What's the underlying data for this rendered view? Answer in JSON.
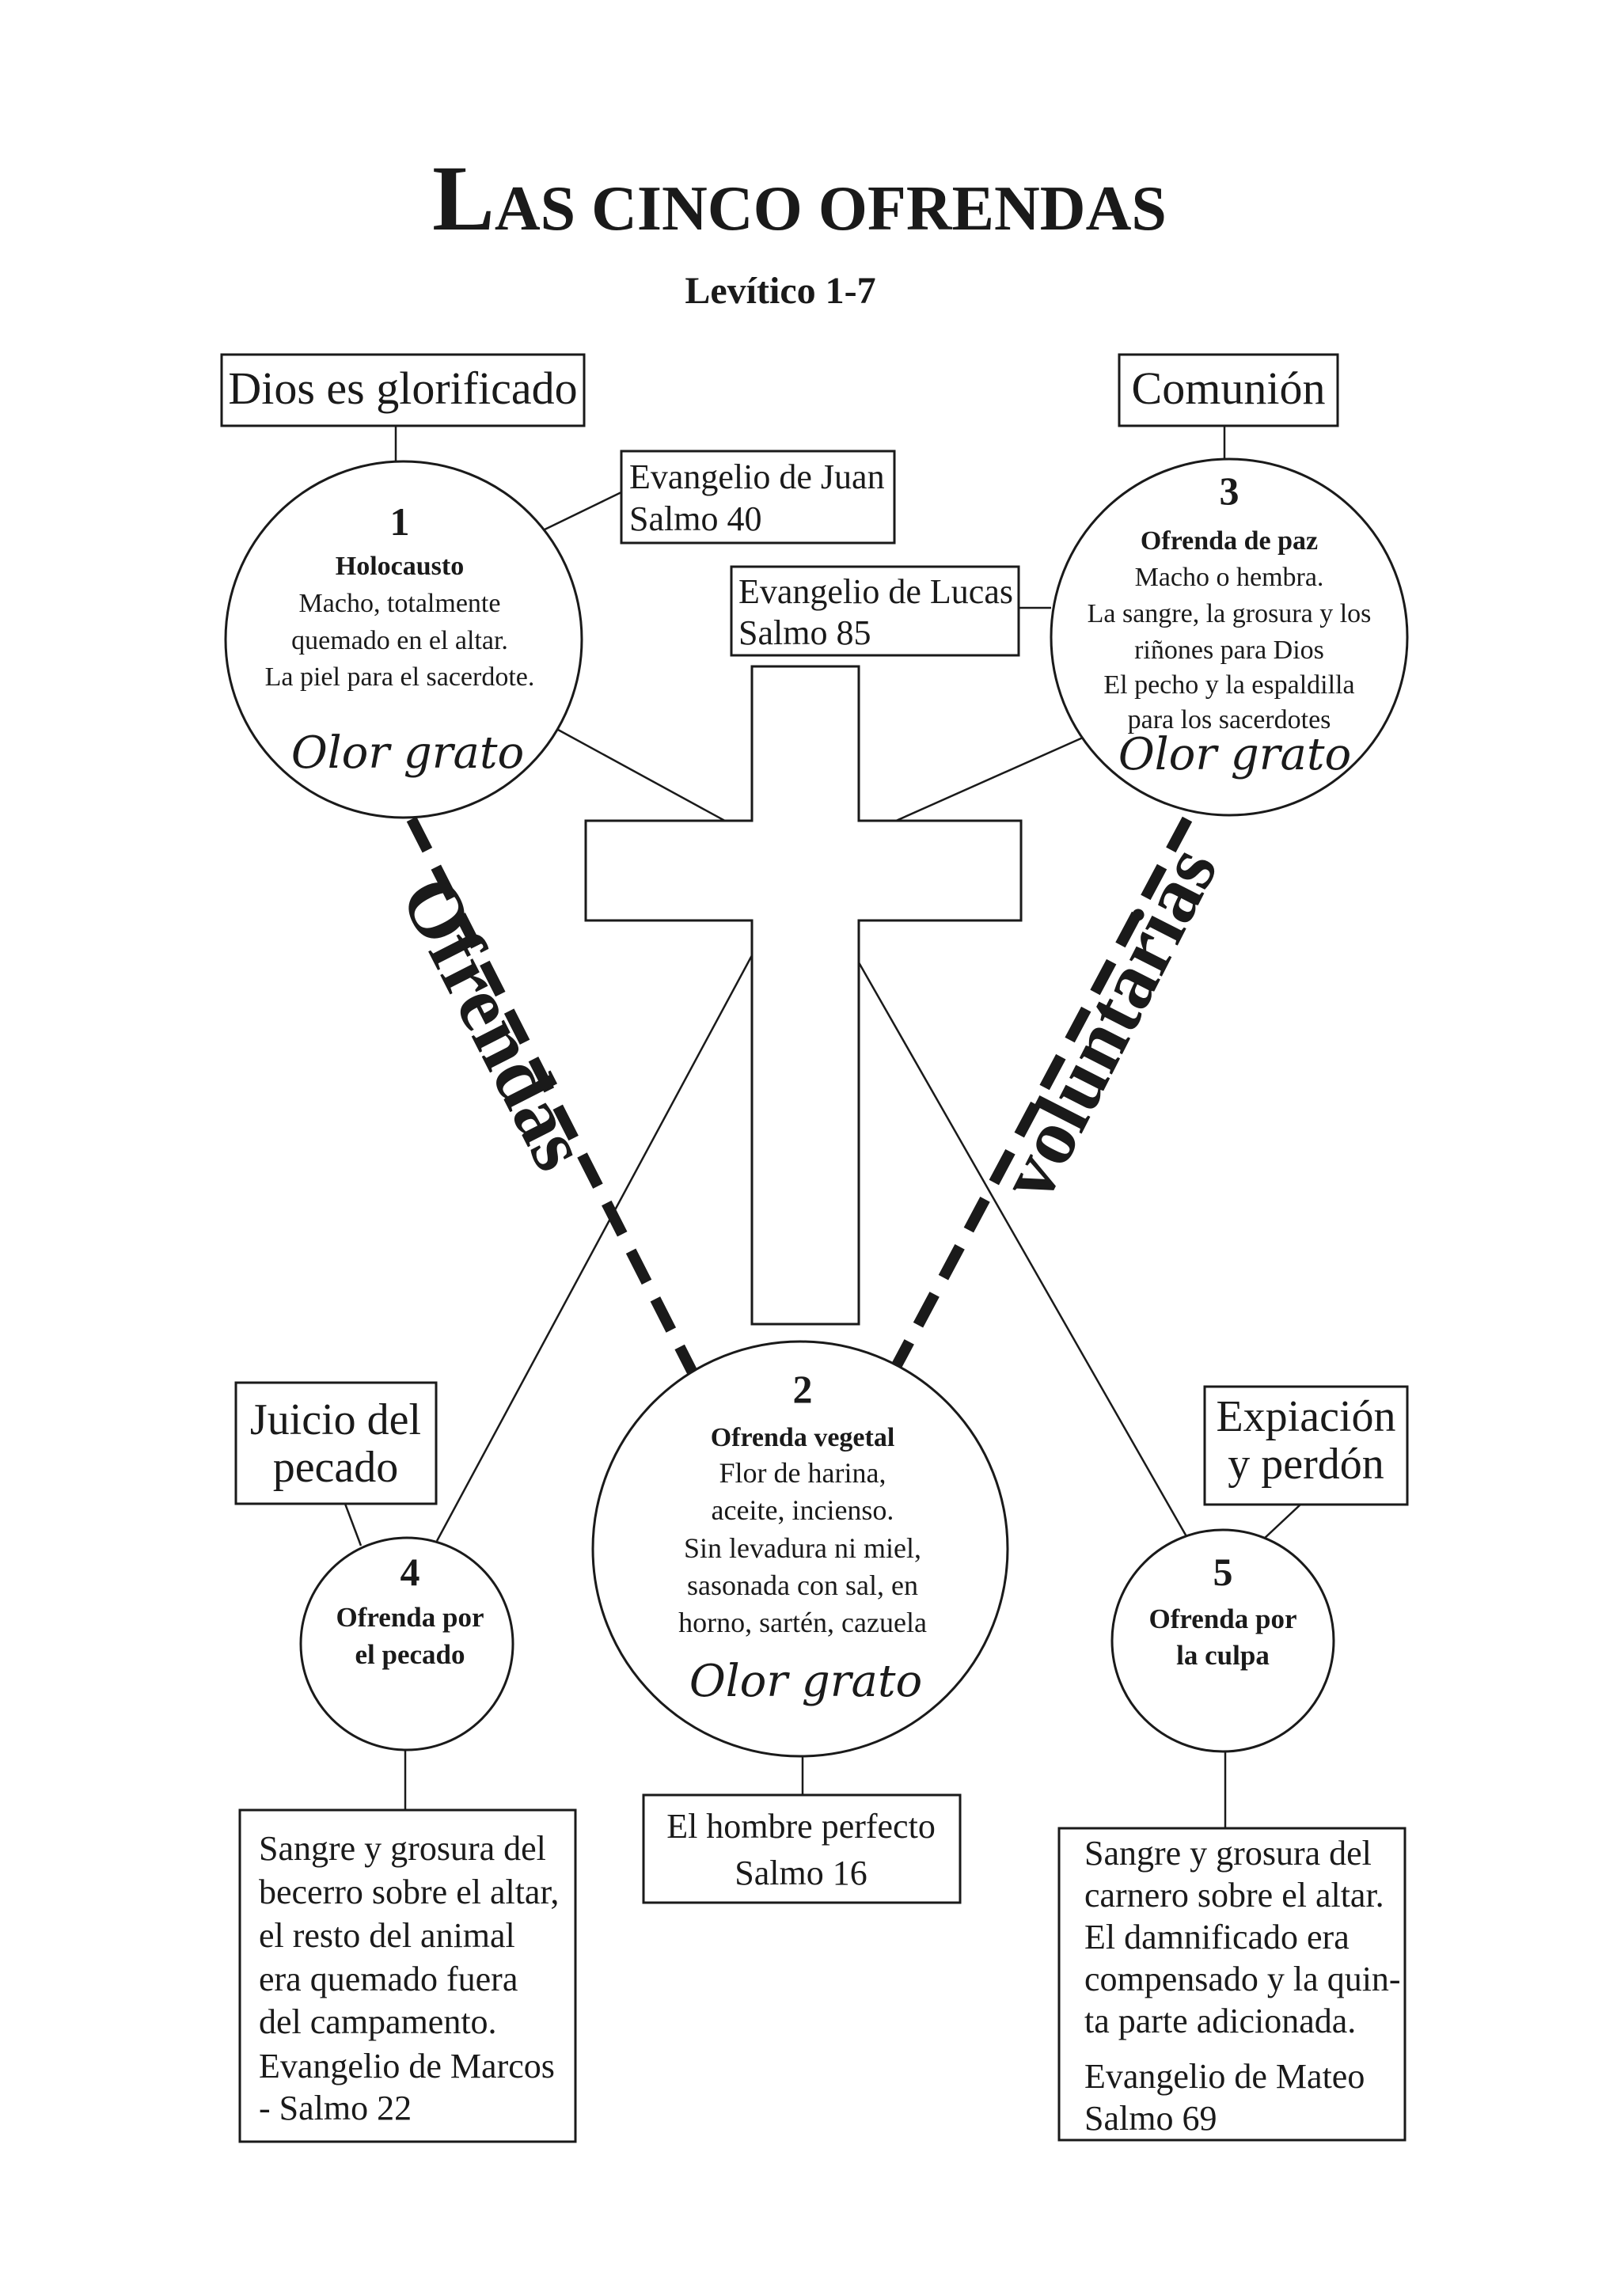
{
  "title": {
    "big": "L",
    "rest": "AS CINCO OFRENDAS",
    "subtitle": "Levítico 1-7"
  },
  "labels": {
    "top_left": "Dios es glorificado",
    "top_right": "Comunión",
    "juan": [
      "Evangelio de Juan",
      "Salmo 40"
    ],
    "lucas": [
      "Evangelio de Lucas",
      "Salmo 85"
    ],
    "juicio": [
      "Juicio del",
      "pecado"
    ],
    "expiacion": [
      "Expiación",
      "y perdón"
    ],
    "vertical_left": "Ofrendas",
    "vertical_right": "voluntarias"
  },
  "offerings": {
    "o1": {
      "number": "1",
      "name": "Holocausto",
      "lines": [
        "Macho, totalmente",
        "quemado en el altar.",
        "La piel para el sacerdote."
      ],
      "tag": "Olor grato"
    },
    "o2": {
      "number": "2",
      "name": "Ofrenda vegetal",
      "lines": [
        "Flor de harina,",
        "aceite, incienso.",
        "Sin levadura ni miel,",
        "sasonada con sal, en",
        "horno, sartén, cazuela"
      ],
      "tag": "Olor grato"
    },
    "o3": {
      "number": "3",
      "name": "Ofrenda de paz",
      "lines": [
        "Macho o hembra.",
        "La sangre, la grosura y los",
        "riñones para Dios",
        "El pecho y la espaldilla",
        "para los sacerdotes"
      ],
      "tag": "Olor grato"
    },
    "o4": {
      "number": "4",
      "name_lines": [
        "Ofrenda por",
        "el pecado"
      ]
    },
    "o5": {
      "number": "5",
      "name_lines": [
        "Ofrenda por",
        "la culpa"
      ]
    }
  },
  "bottom": {
    "left": [
      "Sangre y grosura  del",
      "becerro sobre el altar,",
      "el resto del animal",
      "era quemado fuera",
      "del campamento.",
      "Evangelio de Marcos",
      "- Salmo 22"
    ],
    "center": [
      "El hombre perfecto",
      "Salmo 16"
    ],
    "right": [
      "Sangre y grosura del",
      "carnero sobre el altar.",
      "El damnificado era",
      "compensado y la quin-",
      "ta parte adicionada.",
      "Evangelio de Mateo",
      "Salmo 69"
    ]
  }
}
